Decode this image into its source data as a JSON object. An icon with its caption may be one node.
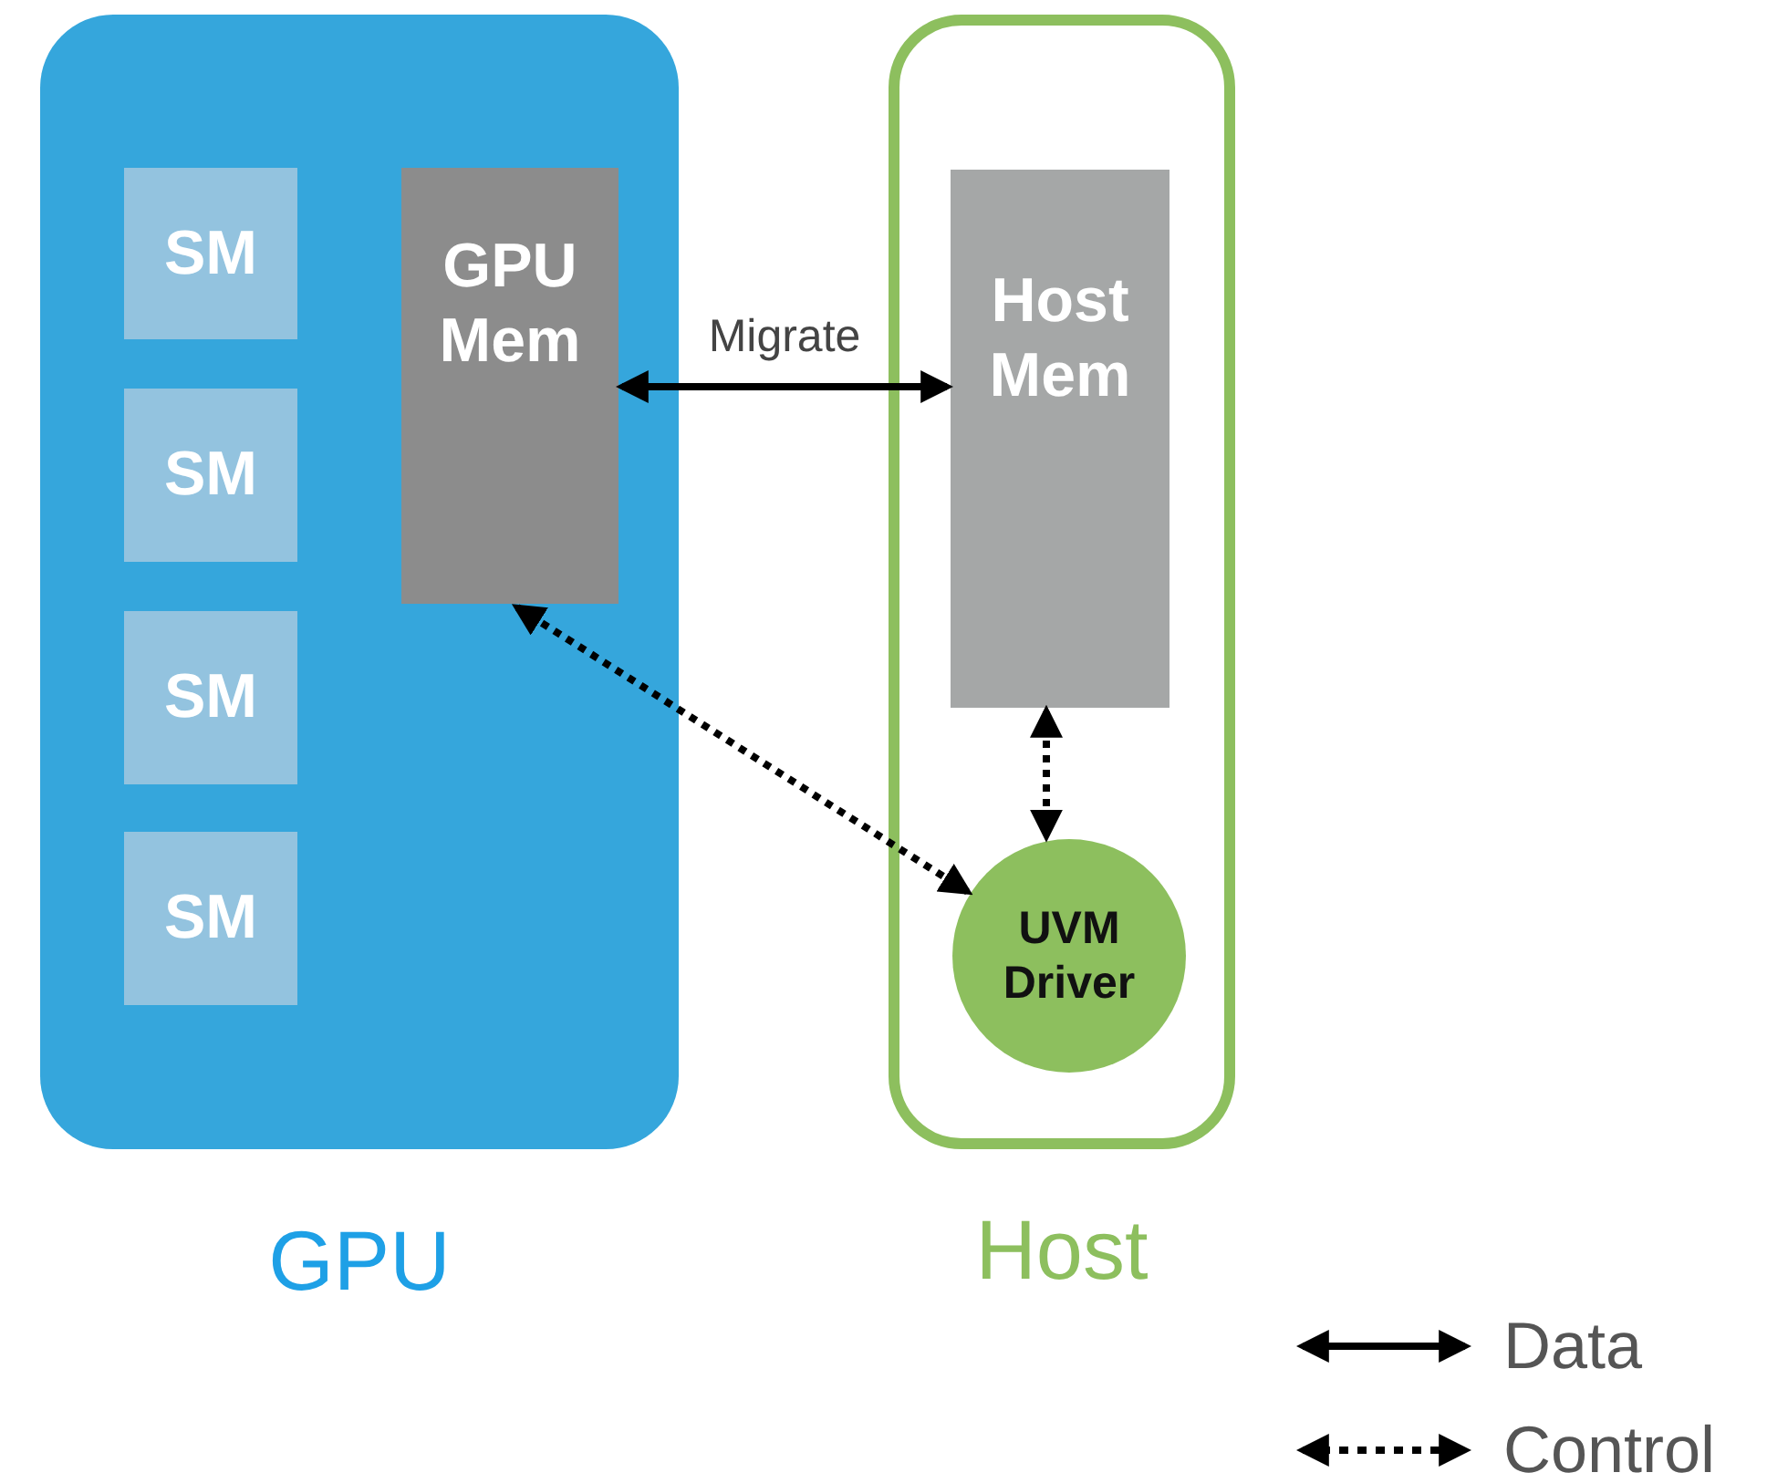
{
  "diagram": {
    "nodes": [
      {
        "text": [
          "GPU"
        ]
      },
      {
        "text": [
          "SM"
        ],
        "in": 0
      },
      {
        "text": [
          "SM"
        ],
        "in": 0
      },
      {
        "text": [
          "SM"
        ],
        "in": 0
      },
      {
        "text": [
          "SM"
        ],
        "in": 0
      },
      {
        "text": [
          "GPU Mem"
        ],
        "in": 0
      },
      {
        "text": [
          "Host"
        ]
      },
      {
        "text": [
          "Host Mem"
        ],
        "in": 6
      },
      {
        "text": [
          "UVM Driver"
        ],
        "in": 6
      }
    ],
    "edges": [
      {
        "from": 5,
        "to": 7,
        "arrow": "both",
        "label": "Migrate"
      },
      {
        "from": 5,
        "to": 8,
        "arrow": "both",
        "style": "dashed"
      },
      {
        "from": 7,
        "to": 8,
        "arrow": "both",
        "style": "dashed"
      }
    ],
    "legend": [
      {
        "text": "Data"
      },
      {
        "text": "Control"
      }
    ]
  }
}
